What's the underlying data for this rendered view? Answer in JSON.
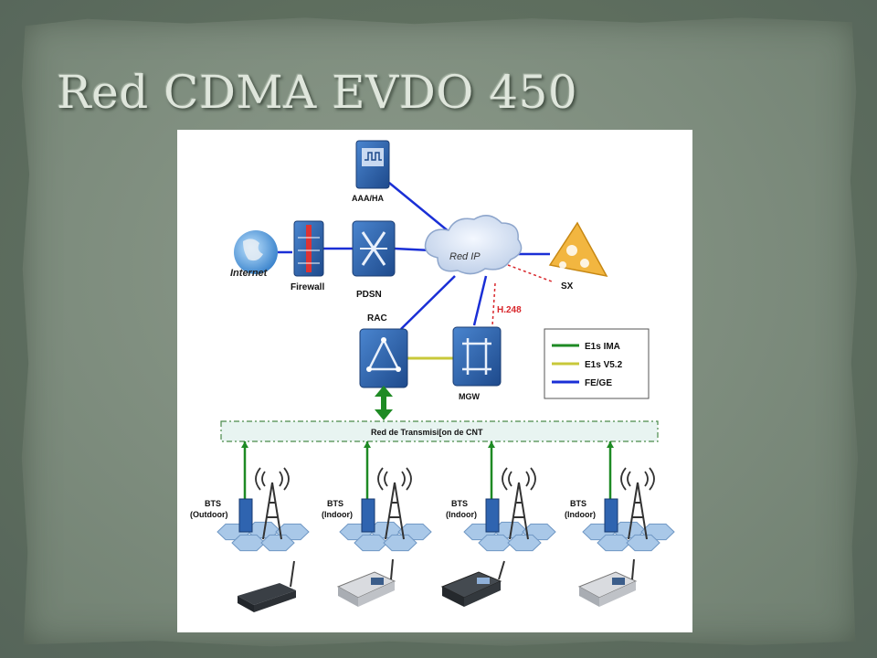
{
  "slide": {
    "title": "Red CDMA EVDO 450"
  },
  "diagram": {
    "nodes": {
      "aaa": "AAA/HA",
      "internet": "Internet",
      "firewall": "Firewall",
      "pdsn": "PDSN",
      "cloud": "Red IP",
      "sx": "SX",
      "rac": "RAC",
      "mgw": "MGW",
      "h248": "H.248",
      "transmission": "Red de Transmisi[on de CNT"
    },
    "bts": [
      {
        "name": "BTS",
        "type": "(Outdoor)"
      },
      {
        "name": "BTS",
        "type": "(Indoor)"
      },
      {
        "name": "BTS",
        "type": "(Indoor)"
      },
      {
        "name": "BTS",
        "type": "(Indoor)"
      }
    ],
    "legend": [
      {
        "label": "E1s IMA",
        "color": "#1e8a24"
      },
      {
        "label": "E1s V5.2",
        "color": "#c8c83a"
      },
      {
        "label": "FE/GE",
        "color": "#1a2fd6"
      }
    ],
    "colors": {
      "fe_ge": "#1a2fd6",
      "e1_ima": "#1e8a24",
      "e1_v52": "#c8c83a",
      "h248": "#d8262b",
      "device_blue": "#2f64b0"
    }
  }
}
